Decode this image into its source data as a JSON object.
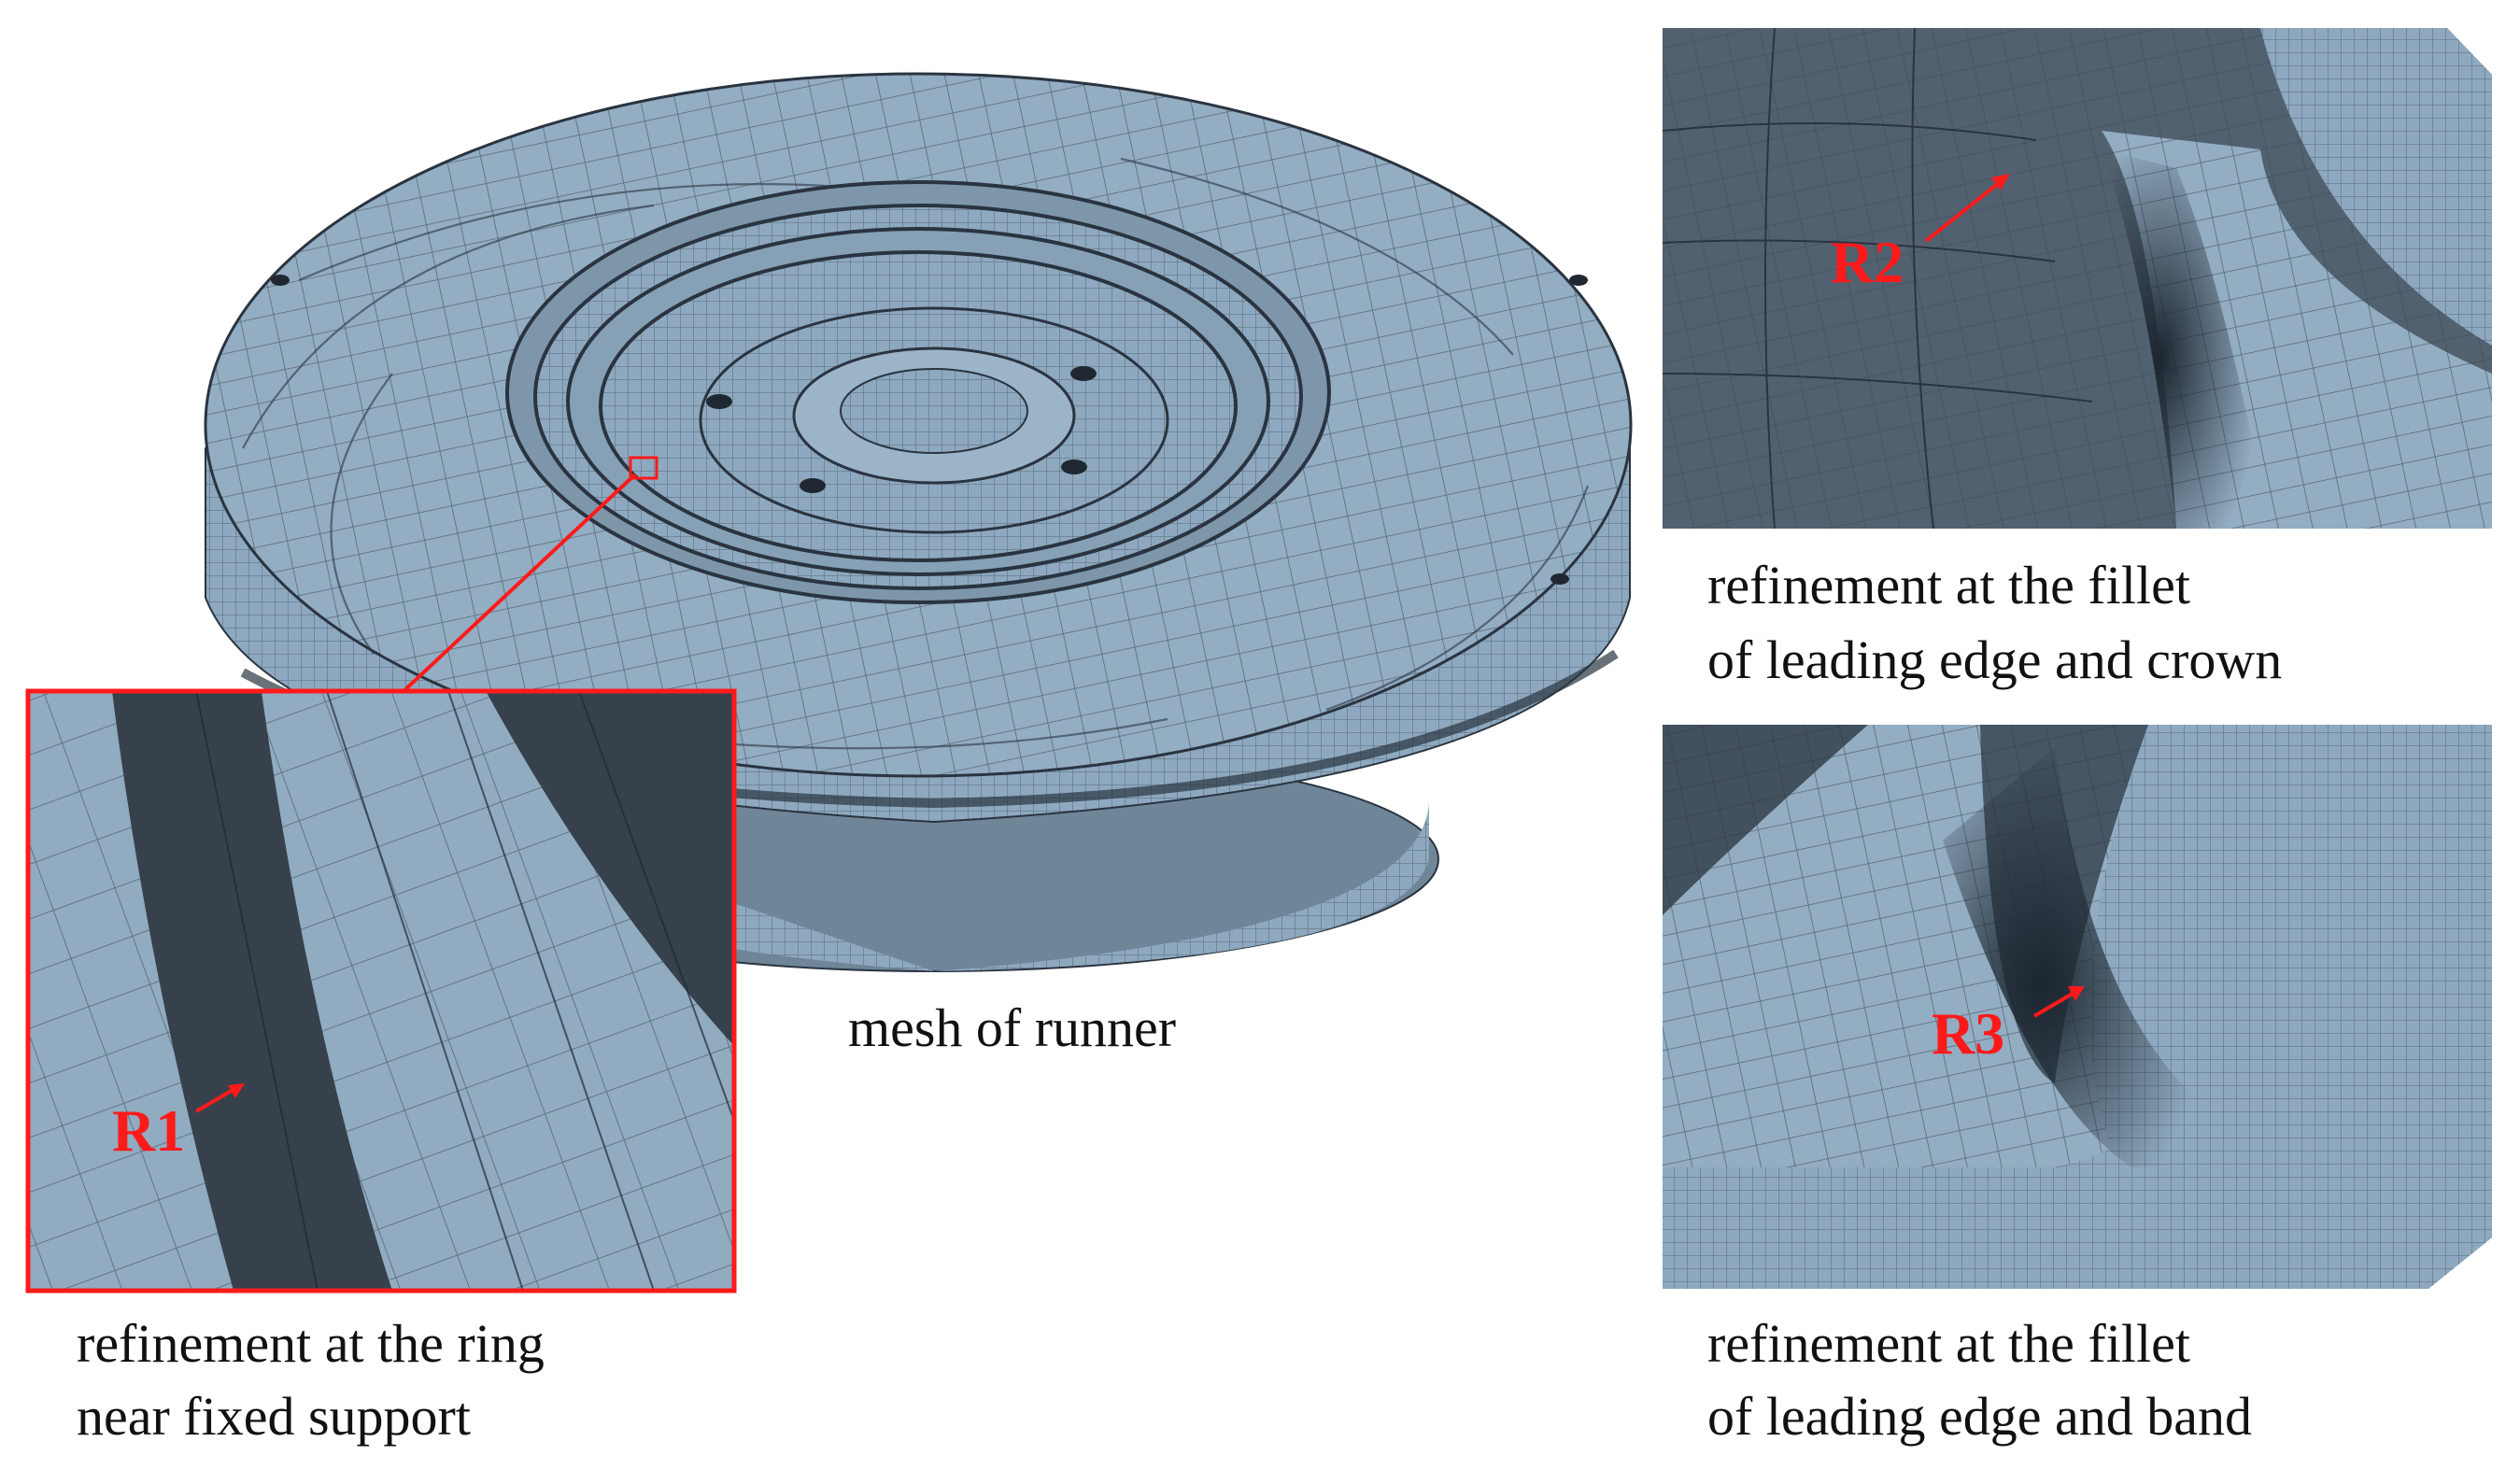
{
  "main_caption": "mesh of runner",
  "inset_ring": {
    "label": "R1",
    "caption_line1": "refinement at the ring",
    "caption_line2": "near fixed support"
  },
  "inset_crown": {
    "label": "R2",
    "caption_line1": "refinement at the fillet",
    "caption_line2": "of leading edge and crown"
  },
  "inset_band": {
    "label": "R3",
    "caption_line1": "refinement at the fillet",
    "caption_line2": "of leading edge and band"
  },
  "colors": {
    "mesh_surface": "#8ea9bf",
    "mesh_dark": "#37414c",
    "mesh_lines": "#2a3440",
    "highlight": "#ff1a1a"
  }
}
